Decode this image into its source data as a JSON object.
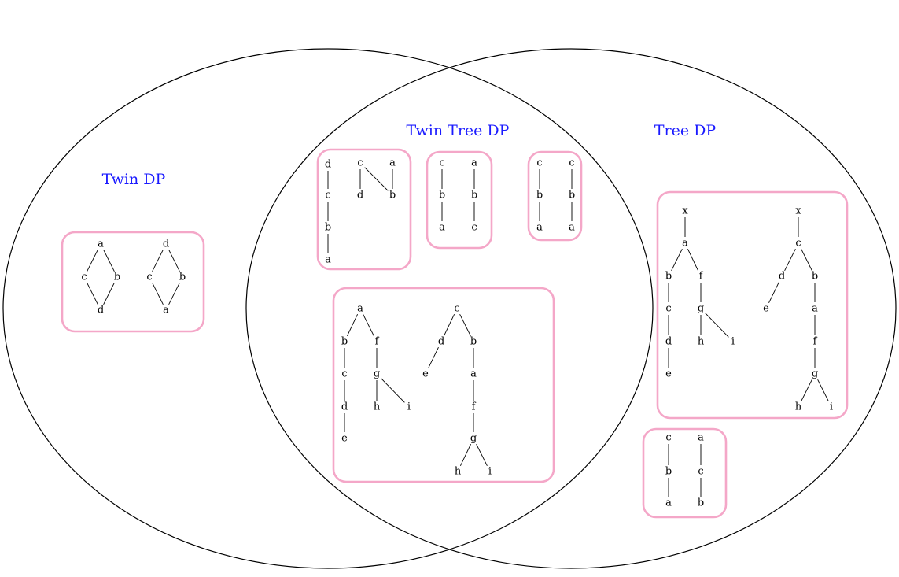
{
  "regions": {
    "twin_dp": "Twin DP",
    "twin_tree_dp": "Twin Tree DP",
    "tree_dp": "Tree DP"
  },
  "colors": {
    "region_label": "#1a1aff",
    "box_border": "#f4a7c8",
    "line": "#000000"
  },
  "boxes": [
    {
      "id": "twin-only",
      "graphs": [
        {
          "nodes": [
            "a",
            "c",
            "b",
            "d"
          ],
          "edges": [
            [
              "a",
              "c"
            ],
            [
              "a",
              "b"
            ],
            [
              "c",
              "d"
            ],
            [
              "b",
              "d"
            ]
          ]
        },
        {
          "nodes": [
            "d",
            "c",
            "b",
            "a"
          ],
          "edges": [
            [
              "d",
              "c"
            ],
            [
              "d",
              "b"
            ],
            [
              "c",
              "a"
            ],
            [
              "b",
              "a"
            ]
          ]
        }
      ]
    },
    {
      "id": "both-chains-1",
      "graphs": [
        {
          "nodes": [
            "d",
            "c",
            "b",
            "a"
          ],
          "edges": [
            [
              "d",
              "c"
            ],
            [
              "c",
              "b"
            ],
            [
              "b",
              "a"
            ]
          ]
        },
        {
          "nodes": [
            "c",
            "a",
            "d",
            "b"
          ],
          "edges": [
            [
              "c",
              "d"
            ],
            [
              "c",
              "b"
            ],
            [
              "a",
              "b"
            ]
          ]
        }
      ]
    },
    {
      "id": "both-chains-2",
      "graphs": [
        {
          "nodes": [
            "c",
            "b",
            "a"
          ],
          "edges": [
            [
              "c",
              "b"
            ],
            [
              "b",
              "a"
            ]
          ]
        },
        {
          "nodes": [
            "a",
            "b",
            "c"
          ],
          "edges": [
            [
              "a",
              "b"
            ],
            [
              "b",
              "c"
            ]
          ]
        }
      ]
    },
    {
      "id": "tree-chains-1",
      "graphs": [
        {
          "nodes": [
            "c",
            "b",
            "a"
          ],
          "edges": [
            [
              "c",
              "b"
            ],
            [
              "b",
              "a"
            ]
          ]
        },
        {
          "nodes": [
            "c",
            "b",
            "a"
          ],
          "edges": [
            [
              "c",
              "b"
            ],
            [
              "b",
              "a"
            ]
          ]
        }
      ]
    },
    {
      "id": "both-trees",
      "graphs": [
        {
          "nodes": [
            "a",
            "b",
            "f",
            "c",
            "g",
            "d",
            "h",
            "i",
            "e"
          ],
          "edges": [
            [
              "a",
              "b"
            ],
            [
              "a",
              "f"
            ],
            [
              "b",
              "c"
            ],
            [
              "c",
              "d"
            ],
            [
              "d",
              "e"
            ],
            [
              "f",
              "g"
            ],
            [
              "g",
              "h"
            ],
            [
              "g",
              "i"
            ]
          ]
        },
        {
          "nodes": [
            "c",
            "d",
            "b",
            "e",
            "a",
            "f",
            "g",
            "h",
            "i"
          ],
          "edges": [
            [
              "c",
              "d"
            ],
            [
              "c",
              "b"
            ],
            [
              "d",
              "e"
            ],
            [
              "b",
              "a"
            ],
            [
              "a",
              "f"
            ],
            [
              "f",
              "g"
            ],
            [
              "g",
              "h"
            ],
            [
              "g",
              "i"
            ]
          ]
        }
      ]
    },
    {
      "id": "tree-only-trees",
      "graphs": [
        {
          "nodes": [
            "x",
            "a",
            "b",
            "f",
            "c",
            "g",
            "d",
            "h",
            "i",
            "e"
          ],
          "edges": [
            [
              "x",
              "a"
            ],
            [
              "a",
              "b"
            ],
            [
              "a",
              "f"
            ],
            [
              "b",
              "c"
            ],
            [
              "c",
              "d"
            ],
            [
              "d",
              "e"
            ],
            [
              "f",
              "g"
            ],
            [
              "g",
              "h"
            ],
            [
              "g",
              "i"
            ]
          ]
        },
        {
          "nodes": [
            "x",
            "c",
            "d",
            "b",
            "e",
            "a",
            "f",
            "g",
            "h",
            "i"
          ],
          "edges": [
            [
              "x",
              "c"
            ],
            [
              "c",
              "d"
            ],
            [
              "c",
              "b"
            ],
            [
              "d",
              "e"
            ],
            [
              "b",
              "a"
            ],
            [
              "a",
              "f"
            ],
            [
              "f",
              "g"
            ],
            [
              "g",
              "h"
            ],
            [
              "g",
              "i"
            ]
          ]
        }
      ]
    },
    {
      "id": "tree-chains-2",
      "graphs": [
        {
          "nodes": [
            "c",
            "b",
            "a"
          ],
          "edges": [
            [
              "c",
              "b"
            ],
            [
              "b",
              "a"
            ]
          ]
        },
        {
          "nodes": [
            "a",
            "c",
            "b"
          ],
          "edges": [
            [
              "a",
              "c"
            ],
            [
              "c",
              "b"
            ]
          ]
        }
      ]
    }
  ]
}
